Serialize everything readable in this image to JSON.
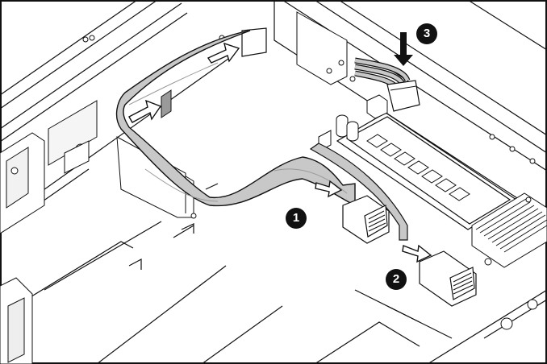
{
  "callouts": [
    {
      "id": "1",
      "label": "1"
    },
    {
      "id": "2",
      "label": "2"
    },
    {
      "id": "3",
      "label": "3"
    }
  ],
  "colors": {
    "line": "#111111",
    "cable_fill": "#c8c8c8",
    "cable_shade": "#9a9a9a",
    "arrow_fill": "#ffffff",
    "background": "#ffffff"
  },
  "icons": [
    "down-arrow-icon",
    "right-arrow-icon"
  ]
}
